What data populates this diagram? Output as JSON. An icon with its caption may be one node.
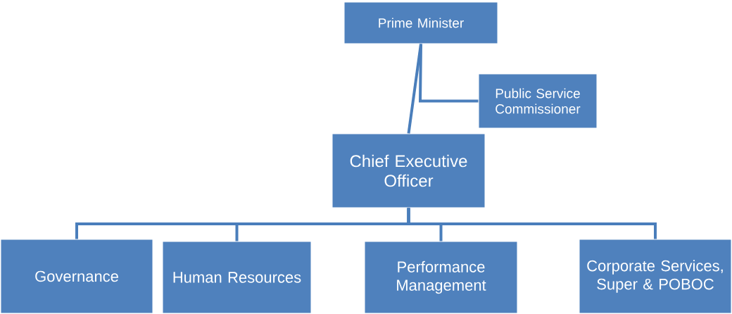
{
  "diagram": {
    "nodes": [
      {
        "text": [
          "Prime Minister"
        ]
      },
      {
        "text": [
          "Public Service Commissioner"
        ]
      },
      {
        "text": [
          "Chief Executive Officer"
        ]
      },
      {
        "text": [
          "Governance"
        ]
      },
      {
        "text": [
          "Human Resources"
        ]
      },
      {
        "text": [
          "Performance Management"
        ]
      },
      {
        "text": [
          "Corporate Services, Super & POBOC"
        ]
      }
    ],
    "edges": [
      {
        "from": 0,
        "to": 2,
        "arrow": "none"
      },
      {
        "from": 1,
        "to": 0,
        "arrow": "none"
      },
      {
        "from": 2,
        "to": 3,
        "arrow": "none"
      },
      {
        "from": 2,
        "to": 4,
        "arrow": "none"
      },
      {
        "from": 2,
        "to": 5,
        "arrow": "none"
      },
      {
        "from": 2,
        "to": 6,
        "arrow": "none"
      }
    ]
  }
}
